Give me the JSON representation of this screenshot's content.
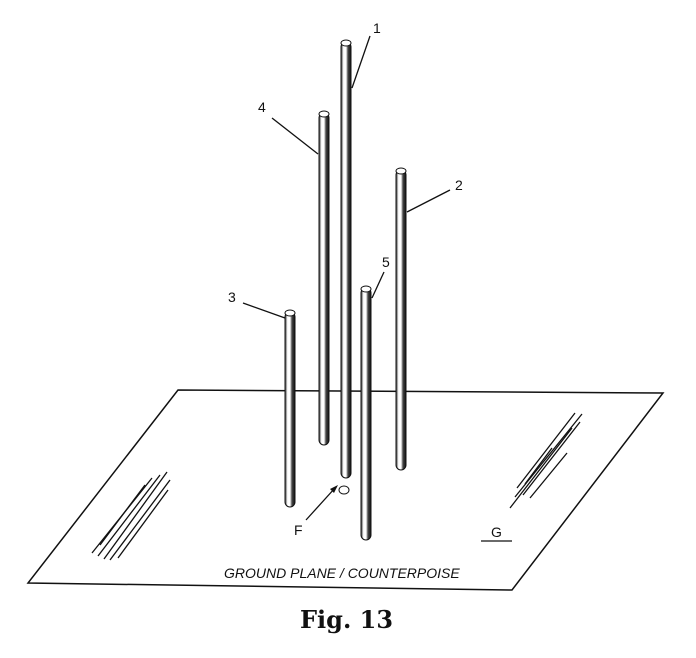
{
  "figure": {
    "caption": "Fig. 13",
    "plane_label": "GROUND PLANE / COUNTERPOISE",
    "ground_label": "G",
    "feed_label": "F",
    "elements": [
      {
        "label": "1"
      },
      {
        "label": "2"
      },
      {
        "label": "3"
      },
      {
        "label": "4"
      },
      {
        "label": "5"
      }
    ]
  }
}
